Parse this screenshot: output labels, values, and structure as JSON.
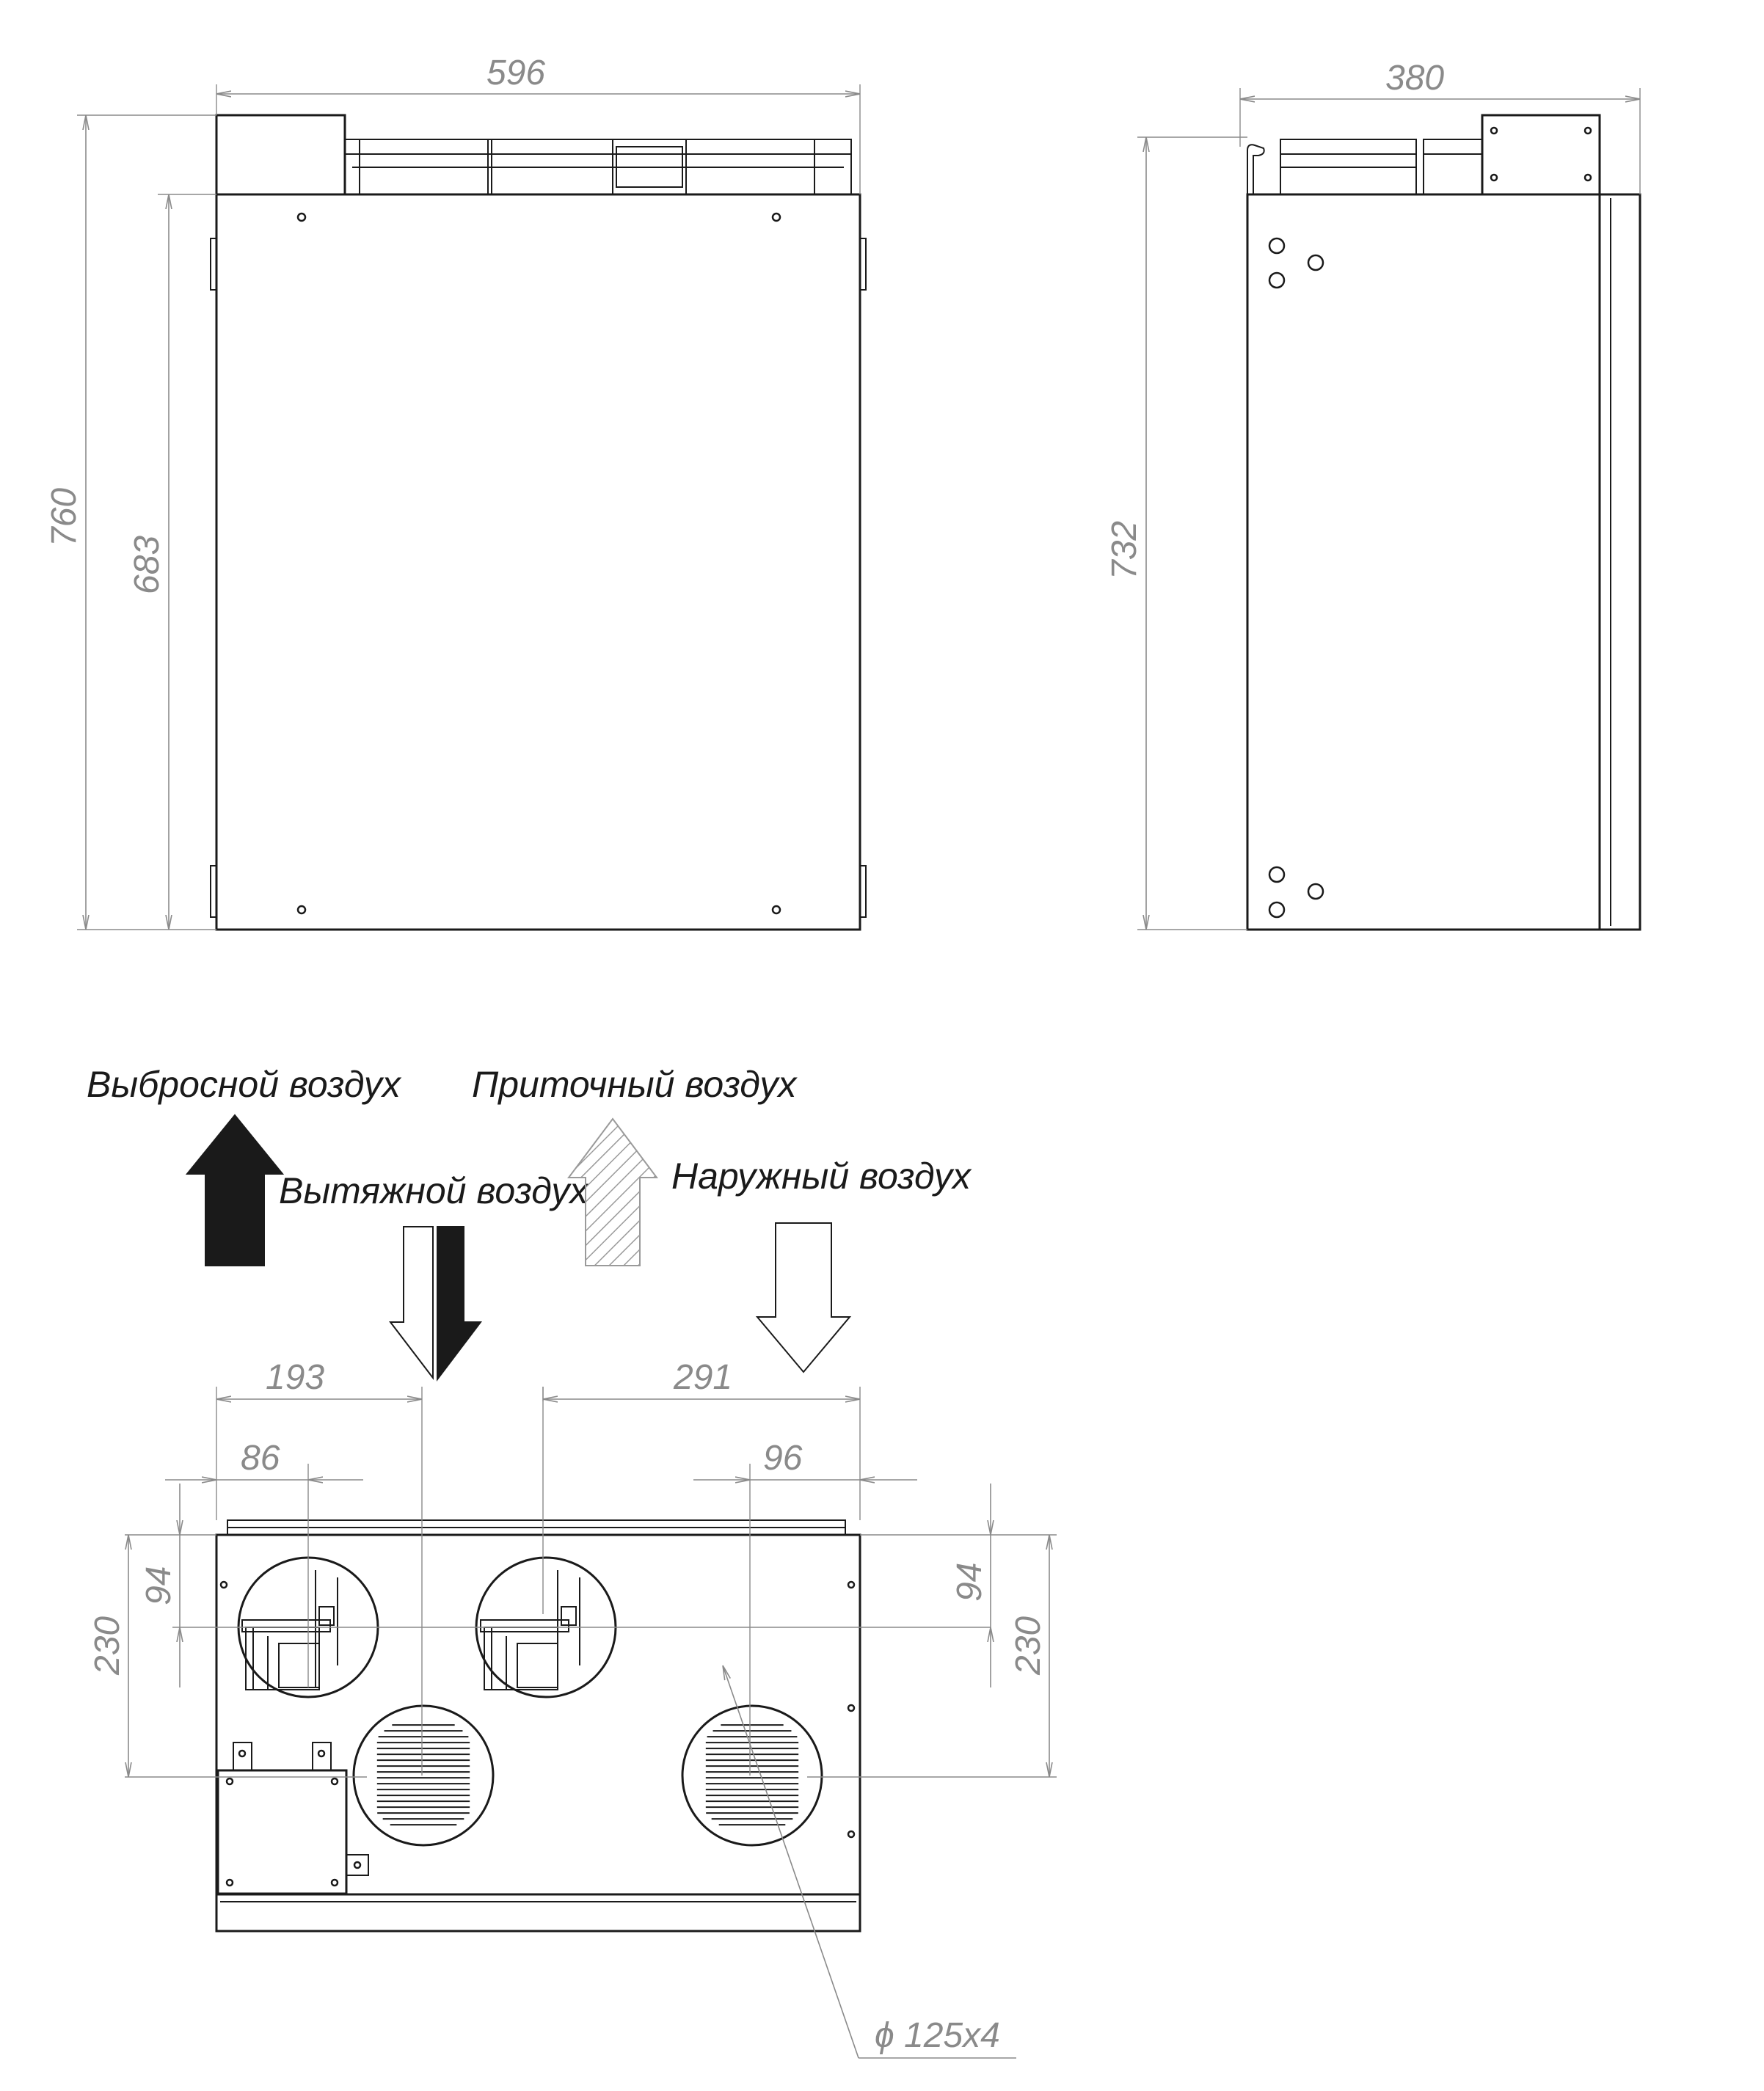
{
  "dimensions": {
    "front_width": "596",
    "front_height_total": "760",
    "front_height_body": "683",
    "side_depth": "380",
    "side_height": "732",
    "top_spigot_193": "193",
    "top_spigot_291": "291",
    "top_offset_86": "86",
    "top_offset_96": "96",
    "top_depth_94_left": "94",
    "top_depth_94_right": "94",
    "top_depth_230_left": "230",
    "top_depth_230_right": "230",
    "diameter": "ϕ 125x4"
  },
  "air_flows": {
    "exhaust_air": "Выбросной воздух",
    "supply_air": "Приточный воздух",
    "extract_air": "Вытяжной воздух",
    "outdoor_air": "Наружный воздух"
  },
  "colors": {
    "line": "#1a1a1a",
    "dimension": "#8a8a8a",
    "hatch": "#9a9a9a"
  }
}
